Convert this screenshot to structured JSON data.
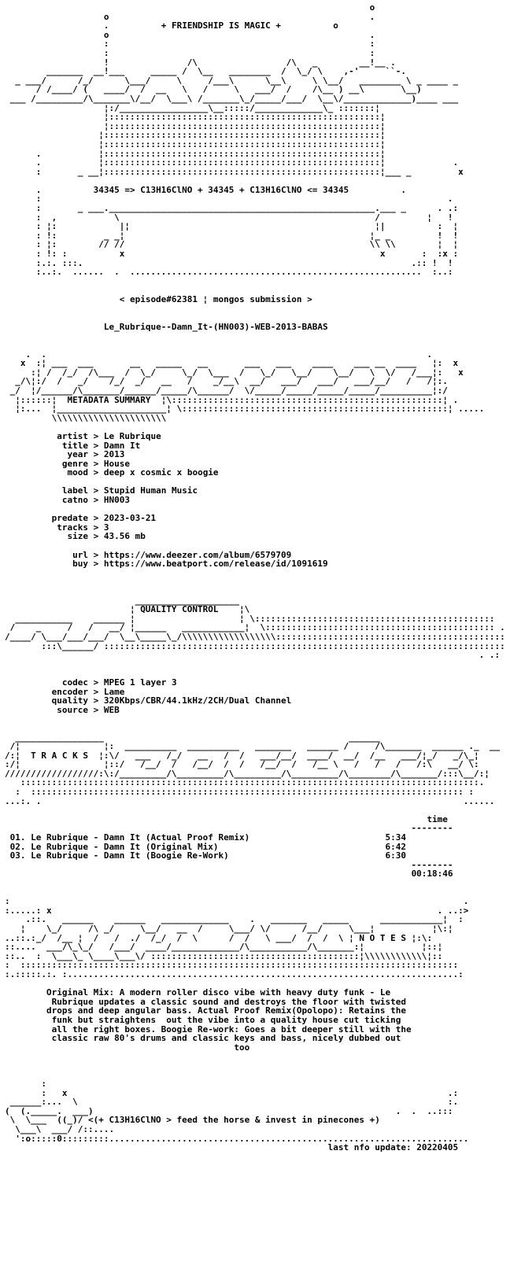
{
  "header": {
    "tagline": "+ FRIENDSHIP IS MAGIC +",
    "formula": "34345 => C13H16ClNO + 34345 + C13H16ClNO <= 34345",
    "episode": "< episode#62381 ¦ mongos submission >",
    "release_name": "Le_Rubrique--Damn_It-(HN003)-WEB-2013-BABAS"
  },
  "metadata": {
    "section_title": "METADATA SUMMARY",
    "fields": [
      {
        "key": "artist",
        "value": "Le Rubrique"
      },
      {
        "key": "title",
        "value": "Damn It"
      },
      {
        "key": "year",
        "value": "2013"
      },
      {
        "key": "genre",
        "value": "House"
      },
      {
        "key": "mood",
        "value": "deep x cosmic x boogie"
      },
      {
        "key": "label",
        "value": "Stupid Human Music"
      },
      {
        "key": "catno",
        "value": "HN003"
      },
      {
        "key": "predate",
        "value": "2023-03-21"
      },
      {
        "key": "tracks",
        "value": "3"
      },
      {
        "key": "size",
        "value": "43.56 mb"
      },
      {
        "key": "url",
        "value": "https://www.deezer.com/album/6579709"
      },
      {
        "key": "buy",
        "value": "https://www.beatport.com/release/id/1091619"
      }
    ]
  },
  "quality": {
    "section_title": "QUALITY CONTROL",
    "fields": [
      {
        "key": "codec",
        "value": "MPEG 1 layer 3"
      },
      {
        "key": "encoder",
        "value": "Lame"
      },
      {
        "key": "quality",
        "value": "320Kbps/CBR/44.1kHz/2CH/Dual Channel"
      },
      {
        "key": "source",
        "value": "WEB"
      }
    ]
  },
  "tracks": {
    "section_title": "T R A C K S",
    "time_header": "time",
    "items": [
      {
        "num": "01.",
        "name": "Le Rubrique - Damn It (Actual Proof Remix)",
        "time": "5:34"
      },
      {
        "num": "02.",
        "name": "Le Rubrique - Damn It (Original Mix)",
        "time": "6:42"
      },
      {
        "num": "03.",
        "name": "Le Rubrique - Damn It (Boogie Re-Work)",
        "time": "6:30"
      }
    ],
    "total": "00:18:46"
  },
  "notes": {
    "section_title": "N O T E S",
    "lines": [
      "Original Mix: A modern roller disco vibe with heavy duty funk - Le",
      "Rubrique updates a classic sound and destroys the floor with twisted",
      "drops and deep angular bass. Actual Proof Remix(Opolopo): Retains the",
      "funk but straightens  out the vibe into a quality house cut ticking",
      "all the right boxes. Boogie Re-work: Goes a bit deeper still with the",
      "classic raw 80's drums and classic keys and bass, nicely dubbed out",
      "too"
    ]
  },
  "footer": {
    "slogan": "<(+ C13H16ClNO > feed the horse & invest in pinecones +)",
    "last_update": "last nfo update: 20220405"
  }
}
